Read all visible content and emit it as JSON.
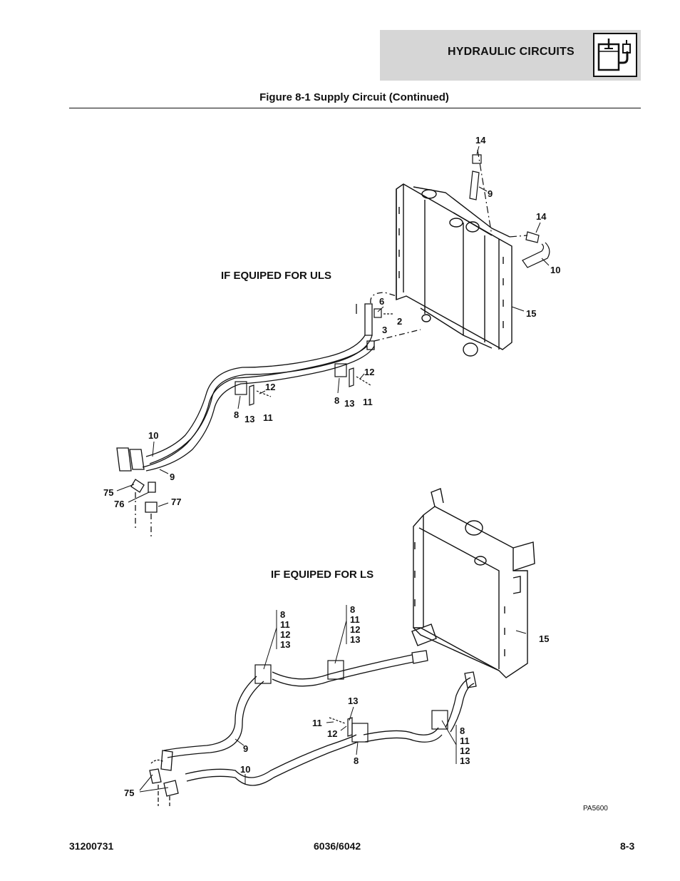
{
  "header": {
    "section_title": "HYDRAULIC CIRCUITS",
    "icon": "hydraulic-reservoir-icon"
  },
  "figure_title": "Figure 8-1 Supply Circuit (Continued)",
  "sections": {
    "uls_label": "IF EQUIPED FOR ULS",
    "ls_label": "IF EQUIPED FOR LS"
  },
  "callouts": {
    "uls": {
      "c14a": "14",
      "c9a": "9",
      "c14b": "14",
      "c10a": "10",
      "c15a": "15",
      "c6": "6",
      "c2": "2",
      "c3": "3",
      "c12a": "12",
      "c8a": "8",
      "c13a": "13",
      "c11a": "11",
      "c12b": "12",
      "c8b": "8",
      "c13b": "13",
      "c11b": "11",
      "c10b": "10",
      "c9b": "9",
      "c75": "75",
      "c76": "76",
      "c77": "77"
    },
    "ls": {
      "c15": "15",
      "c9": "9",
      "c10": "10",
      "c75": "75",
      "c13": "13",
      "c11": "11",
      "c12": "12",
      "c8": "8"
    },
    "ls_stacks": {
      "s1": [
        "8",
        "11",
        "12",
        "13"
      ],
      "s2": [
        "8",
        "11",
        "12",
        "13"
      ],
      "s3": [
        "8",
        "11",
        "12",
        "13"
      ]
    }
  },
  "drawing_code": "PA5600",
  "footer": {
    "left": "31200731",
    "center": "6036/6042",
    "right": "8-3"
  }
}
